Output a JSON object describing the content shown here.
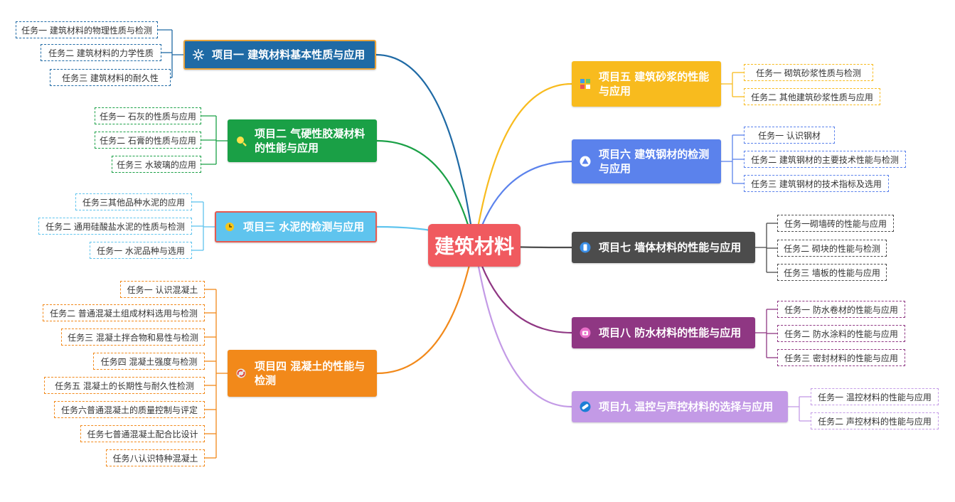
{
  "center": {
    "label": "建筑材料"
  },
  "projects": [
    {
      "id": "p1",
      "label": "项目一  建筑材料基本性质与应用",
      "color": "#1f6aa5",
      "icon": "gear-icon",
      "tasks": [
        "任务一 建筑材料的物理性质与检测",
        "任务二 建筑材料的力学性质",
        "任务三 建筑材料的耐久性"
      ]
    },
    {
      "id": "p2",
      "label": "项目二  气硬性胶凝材料的性能与应用",
      "color": "#1aa046",
      "icon": "magnifier-icon",
      "tasks": [
        "任务一 石灰的性质与应用",
        "任务二 石膏的性质与应用",
        "任务三 水玻璃的应用"
      ]
    },
    {
      "id": "p3",
      "label": "项目三  水泥的检测与应用",
      "color": "#5fc4ee",
      "icon": "clock-icon",
      "tasks": [
        "任务三其他品种水泥的应用",
        "任务二 通用硅酸盐水泥的性质与检测",
        "任务一 水泥品种与选用"
      ]
    },
    {
      "id": "p4",
      "label": "项目四  混凝土的性能与检测",
      "color": "#f2891a",
      "icon": "recycle-icon",
      "tasks": [
        "任务一 认识混凝土",
        "任务二 普通混凝土组成材料选用与检测",
        "任务三 混凝土拌合物和易性与检测",
        "任务四 混凝土强度与检测",
        "任务五 混凝土的长期性与耐久性检测",
        "任务六普通混凝土的质量控制与评定",
        "任务七普通混凝土配合比设计",
        "任务八认识特种混凝土"
      ]
    },
    {
      "id": "p5",
      "label": "项目五  建筑砂浆的性能与应用",
      "color": "#f8bb1e",
      "icon": "palette-icon",
      "tasks": [
        "任务一 砌筑砂浆性质与检测",
        "任务二 其他建筑砂浆性质与应用"
      ]
    },
    {
      "id": "p6",
      "label": "项目六  建筑钢材的检测与应用",
      "color": "#5b82ec",
      "icon": "triangle-icon",
      "tasks": [
        "任务一 认识钢材",
        "任务二 建筑钢材的主要技术性能与检测",
        "任务三 建筑钢材的技术指标及选用"
      ]
    },
    {
      "id": "p7",
      "label": "项目七  墙体材料的性能与应用",
      "color": "#4c4c4c",
      "icon": "phone-icon",
      "tasks": [
        "任务一砌墙砖的性能与应用",
        "任务二 砌块的性能与检测",
        "任务三 墙板的性能与应用"
      ]
    },
    {
      "id": "p8",
      "label": "项目八  防水材料的性能与应用",
      "color": "#8f3783",
      "icon": "camera-icon",
      "tasks": [
        "任务一 防水卷材的性能与应用",
        "任务二 防水涂料的性能与应用",
        "任务三 密封材料的性能与应用"
      ]
    },
    {
      "id": "p9",
      "label": "项目九  温控与声控材料的选择与应用",
      "color": "#c39ae6",
      "icon": "pill-icon",
      "tasks": [
        "任务一 温控材料的性能与应用",
        "任务二 声控材料的性能与应用"
      ]
    }
  ]
}
